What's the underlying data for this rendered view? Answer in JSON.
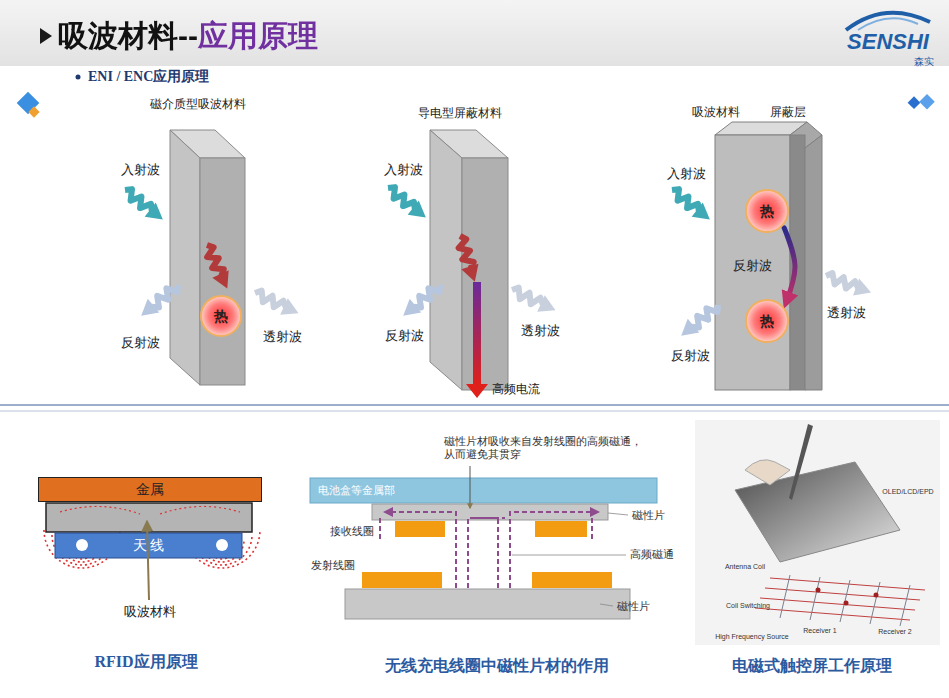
{
  "diagram": {
    "title": "吸波材料--应用原理",
    "nodes": [
      {
        "text": [
          "热"
        ]
      },
      {
        "text": [
          "热"
        ]
      },
      {
        "text": [
          "热"
        ]
      },
      {
        "text": [
          "金属"
        ]
      },
      {
        "text": [
          "天 线"
        ]
      },
      {
        "text": [
          "电池盒等金属部"
        ]
      }
    ],
    "edges": [
      {
        "from": 1,
        "to": 2,
        "arrow": "to",
        "label": "反射波"
      }
    ],
    "labels": [
      "ENI / ENC应用原理",
      "磁介质型吸波材料",
      "入射波",
      "反射波",
      "透射波",
      "导电型屏蔽材料",
      "入射波",
      "反射波",
      "透射波",
      "高频电流",
      "吸波材料",
      "屏蔽层",
      "入射波",
      "透射波",
      "反射波",
      "吸波材料",
      "RFID应用原理",
      "磁性片材吸收来自发射线圈的高频磁通， 从而避免其贯穿",
      "磁性片",
      "接收线圈",
      "高频磁通",
      "发射线圈",
      "磁性片",
      "无线充电线圈中磁性片材的作用",
      "OLED/LCD/EPD",
      "Antenna Coil",
      "Coil Switching",
      "High Frequency Source",
      "Receiver 1",
      "Receiver 2",
      "电磁式触控屏工作原理",
      "SENSHI",
      "森实"
    ]
  }
}
